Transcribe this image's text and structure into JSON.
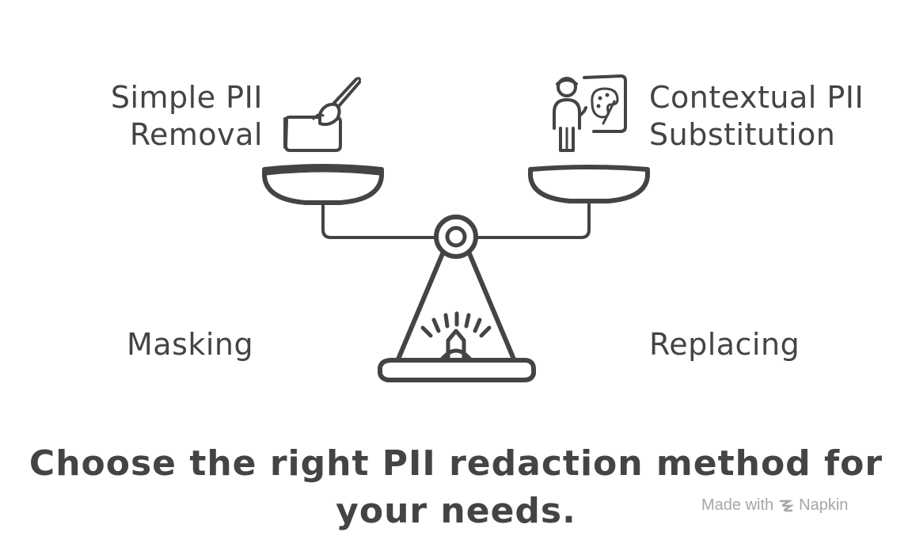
{
  "left_option": {
    "title_lines": [
      "Simple PII",
      "Removal"
    ],
    "subtitle": "Masking",
    "icon": "paint-brush-bucket-icon"
  },
  "right_option": {
    "title_lines": [
      "Contextual PII",
      "Substitution"
    ],
    "subtitle": "Replacing",
    "icon": "artist-easel-icon"
  },
  "center_icon": "balance-scale-icon",
  "headline_lines": [
    "Choose the right PII redaction method for",
    "your needs."
  ],
  "watermark": {
    "prefix": "Made with",
    "brand": "Napkin",
    "icon": "napkin-logo-icon"
  },
  "colors": {
    "ink": "#444444",
    "watermark": "#a6a6a6",
    "background": "#ffffff"
  }
}
